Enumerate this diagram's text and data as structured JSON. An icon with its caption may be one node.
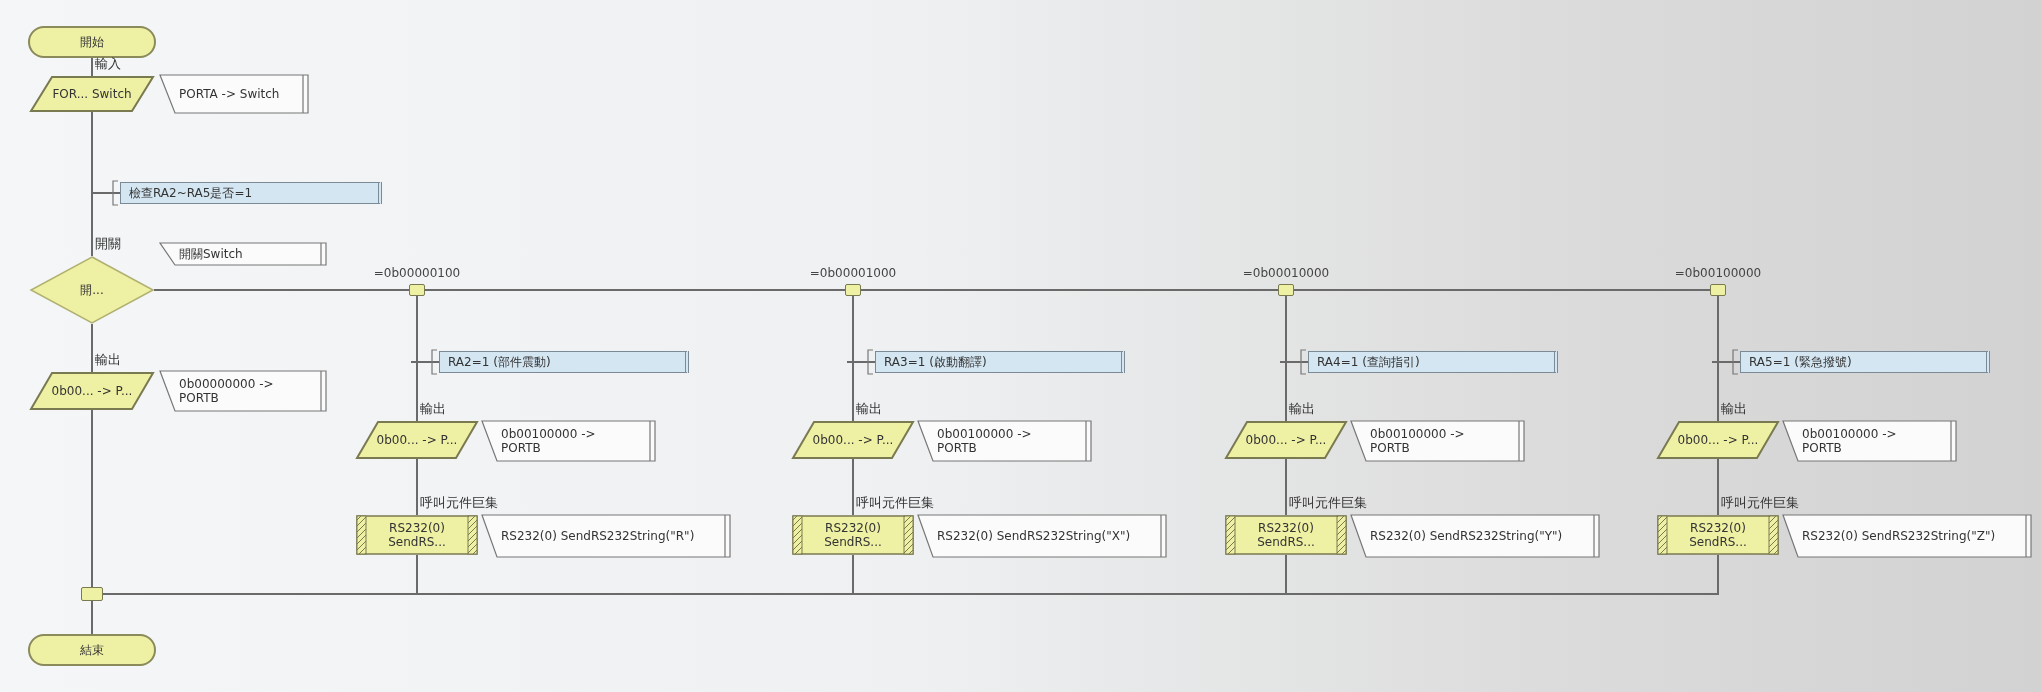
{
  "diagram": {
    "nodes": [
      {
        "text": [
          "開始"
        ]
      },
      {
        "text": [
          "輸入",
          "FOR... Switch"
        ]
      },
      {
        "text": [
          "PORTA -> Switch"
        ]
      },
      {
        "text": [
          "檢查RA2~RA5是否=1"
        ]
      },
      {
        "text": [
          "開關",
          "開..."
        ]
      },
      {
        "text": [
          "開關Switch"
        ]
      },
      {
        "text": [
          "輸出",
          "0b00... -> P..."
        ]
      },
      {
        "text": [
          "0b00000000 -> PORTB"
        ]
      },
      {
        "text": [],
        "shape": "box",
        "beside": [
          "=0b00000100"
        ]
      },
      {
        "text": [
          "RA2=1 (部件震動)"
        ]
      },
      {
        "text": [
          "輸出",
          "0b00... -> P..."
        ]
      },
      {
        "text": [
          "0b00100000 -> PORTB"
        ]
      },
      {
        "text": [
          "呼叫元件巨集",
          "RS232(0) SendRS..."
        ]
      },
      {
        "text": [
          "RS232(0) SendRS232String(\"R\")"
        ]
      },
      {
        "text": [],
        "shape": "box",
        "beside": [
          "=0b00001000"
        ]
      },
      {
        "text": [
          "RA3=1 (啟動翻譯)"
        ]
      },
      {
        "text": [
          "輸出",
          "0b00... -> P..."
        ]
      },
      {
        "text": [
          "0b00100000 -> PORTB"
        ]
      },
      {
        "text": [
          "呼叫元件巨集",
          "RS232(0) SendRS..."
        ]
      },
      {
        "text": [
          "RS232(0) SendRS232String(\"X\")"
        ]
      },
      {
        "text": [],
        "shape": "box",
        "beside": [
          "=0b00010000"
        ]
      },
      {
        "text": [
          "RA4=1 (查詢指引)"
        ]
      },
      {
        "text": [
          "輸出",
          "0b00... -> P..."
        ]
      },
      {
        "text": [
          "0b00100000 -> PORTB"
        ]
      },
      {
        "text": [
          "呼叫元件巨集",
          "RS232(0) SendRS..."
        ]
      },
      {
        "text": [
          "RS232(0) SendRS232String(\"Y\")"
        ]
      },
      {
        "text": [],
        "shape": "box",
        "beside": [
          "=0b00100000"
        ]
      },
      {
        "text": [
          "RA5=1 (緊急撥號)"
        ]
      },
      {
        "text": [
          "輸出",
          "0b00... -> P..."
        ]
      },
      {
        "text": [
          "0b00100000 -> PORTB"
        ]
      },
      {
        "text": [
          "呼叫元件巨集",
          "RS232(0) SendRS..."
        ]
      },
      {
        "text": [
          "RS232(0) SendRS232String(\"Z\")"
        ]
      },
      {
        "text": [],
        "shape": "box"
      },
      {
        "text": [
          "結束"
        ]
      }
    ],
    "edges": [
      {
        "from": 0,
        "to": 1,
        "arrow": "none"
      },
      {
        "from": 1,
        "to": 4,
        "arrow": "none"
      },
      {
        "from": 4,
        "to": 6,
        "arrow": "none"
      },
      {
        "from": 6,
        "to": 32,
        "arrow": "none"
      },
      {
        "from": 32,
        "to": 33,
        "arrow": "none"
      },
      {
        "from": 4,
        "to": 8,
        "arrow": "none"
      },
      {
        "from": 8,
        "to": 10,
        "arrow": "none"
      },
      {
        "from": 10,
        "to": 12,
        "arrow": "none"
      },
      {
        "from": 12,
        "to": 32,
        "arrow": "none"
      },
      {
        "from": 4,
        "to": 14,
        "arrow": "none"
      },
      {
        "from": 14,
        "to": 16,
        "arrow": "none"
      },
      {
        "from": 16,
        "to": 18,
        "arrow": "none"
      },
      {
        "from": 18,
        "to": 32,
        "arrow": "none"
      },
      {
        "from": 4,
        "to": 20,
        "arrow": "none"
      },
      {
        "from": 20,
        "to": 22,
        "arrow": "none"
      },
      {
        "from": 22,
        "to": 24,
        "arrow": "none"
      },
      {
        "from": 24,
        "to": 32,
        "arrow": "none"
      },
      {
        "from": 4,
        "to": 26,
        "arrow": "none"
      },
      {
        "from": 26,
        "to": 28,
        "arrow": "none"
      },
      {
        "from": 28,
        "to": 30,
        "arrow": "none"
      },
      {
        "from": 30,
        "to": 32,
        "arrow": "none"
      },
      {
        "from": null,
        "to": 3,
        "arrow": "none"
      },
      {
        "from": null,
        "to": 9,
        "arrow": "none"
      },
      {
        "from": null,
        "to": 15,
        "arrow": "none"
      },
      {
        "from": null,
        "to": 21,
        "arrow": "none"
      },
      {
        "from": null,
        "to": 27,
        "arrow": "none"
      }
    ]
  }
}
